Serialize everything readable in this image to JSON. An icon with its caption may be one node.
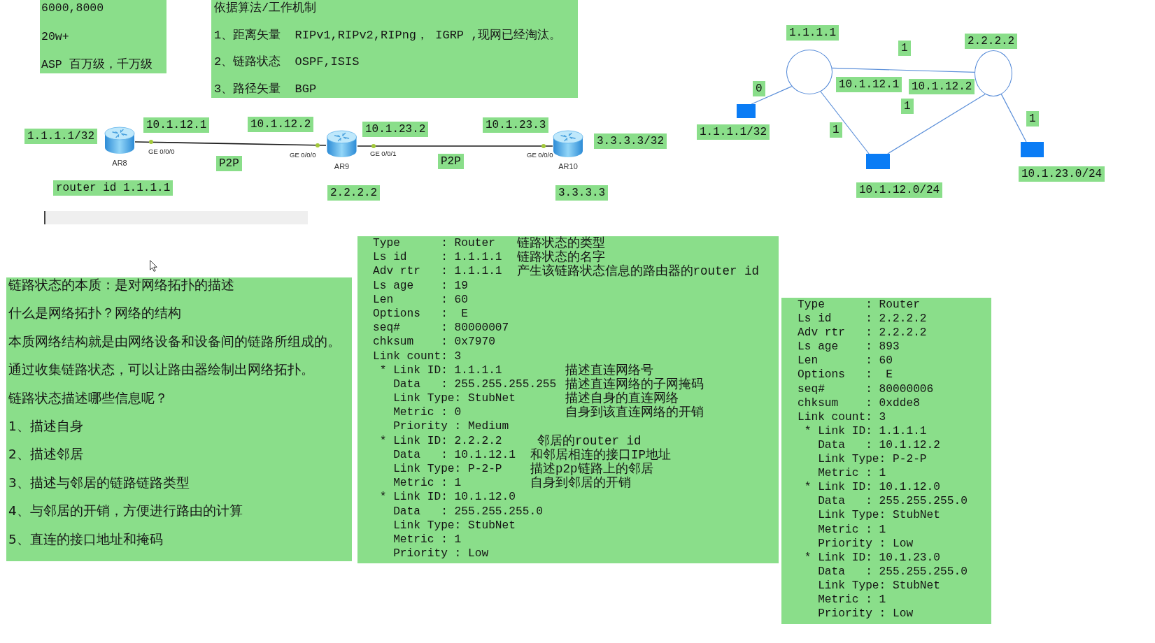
{
  "diagram": {
    "nodes": [
      {
        "text": [
          "6000,8000",
          "20w+",
          "ASP 百万级，千万级"
        ]
      },
      {
        "text": [
          "依据算法/工作机制",
          "1、距离矢量  RIPv1,RIPv2,RIPng， IGRP ,现网已经淘汰。",
          "2、链路状态  OSPF,ISIS",
          "3、路径矢量  BGP"
        ]
      },
      {
        "text": [
          "AR8"
        ],
        "beside": [
          "1.1.1.1/32",
          "GE 0/0/0",
          "router id 1.1.1.1"
        ]
      },
      {
        "text": [
          "AR9"
        ],
        "beside": [
          "GE 0/0/0",
          "GE 0/0/1",
          "2.2.2.2"
        ]
      },
      {
        "text": [
          "AR10"
        ],
        "beside": [
          "3.3.3.3/32",
          "GE 0/0/0",
          "3.3.3.3"
        ]
      },
      {
        "text": [],
        "shape": "circle",
        "beside": [
          "1.1.1.1",
          "10.1.12.1"
        ]
      },
      {
        "text": [],
        "shape": "circle",
        "beside": [
          "2.2.2.2",
          "10.1.12.2"
        ]
      },
      {
        "text": [],
        "shape": "box",
        "beside": [
          "1.1.1.1/32"
        ]
      },
      {
        "text": [],
        "shape": "box",
        "beside": [
          "10.1.12.0/24"
        ]
      },
      {
        "text": [],
        "shape": "box",
        "beside": [
          "10.1.23.0/24"
        ]
      },
      {
        "text": [
          "链路状态的本质：是对网络拓扑的描述",
          "什么是网络拓扑？网络的结构",
          "本质网络结构就是由网络设备和设备间的链路所组成的。",
          "通过收集链路状态，可以让路由器绘制出网络拓扑。",
          "链路状态描述哪些信息呢？",
          "1、描述自身",
          "2、描述邻居",
          "3、描述与邻居的链路链路类型",
          "4、与邻居的开销，方便进行路由的计算",
          "5、直连的接口地址和掩码"
        ]
      },
      {
        "text": [
          "Type      : Router",
          "链路状态的类型",
          "Ls id     : 1.1.1.1",
          "链路状态的名字",
          "Adv rtr   : 1.1.1.1",
          "产生该链路状态信息的路由器的router id",
          "Ls age    : 19",
          "Len       : 60",
          "Options   :  E",
          "seq#      : 80000007",
          "chksum    : 0x7970",
          "Link count: 3",
          "* Link ID: 1.1.1.1",
          "描述直连网络号",
          "Data   : 255.255.255.255",
          "描述直连网络的子网掩码",
          "Link Type: StubNet",
          "描述自身的直连网络",
          "Metric : 0",
          "自身到该直连网络的开销",
          "Priority : Medium",
          "* Link ID: 2.2.2.2",
          "邻居的router id",
          "Data   : 10.1.12.1",
          "和邻居相连的接口IP地址",
          "Link Type: P-2-P",
          "描述p2p链路上的邻居",
          "Metric : 1",
          "自身到邻居的开销",
          "* Link ID: 10.1.12.0",
          "Data   : 255.255.255.0",
          "Link Type: StubNet",
          "Metric : 1",
          "Priority : Low"
        ]
      },
      {
        "text": [
          "Type      : Router",
          "Ls id     : 2.2.2.2",
          "Adv rtr   : 2.2.2.2",
          "Ls age    : 893",
          "Len       : 60",
          "Options   :  E",
          "seq#      : 80000006",
          "chksum    : 0xdde8",
          "Link count: 3",
          "* Link ID: 1.1.1.1",
          "Data   : 10.1.12.2",
          "Link Type: P-2-P",
          "Metric : 1",
          "* Link ID: 10.1.12.0",
          "Data   : 255.255.255.0",
          "Link Type: StubNet",
          "Metric : 1",
          "Priority : Low",
          "* Link ID: 10.1.23.0",
          "Data   : 255.255.255.0",
          "Link Type: StubNet",
          "Metric : 1",
          "Priority : Low"
        ]
      }
    ],
    "edges": [
      {
        "from": 2,
        "to": 3,
        "arrow": "none",
        "label": "P2P",
        "color": "#1a1a1a"
      },
      {
        "from": 3,
        "to": 4,
        "arrow": "none",
        "label": "P2P",
        "color": "#1a1a1a"
      },
      {
        "from": 5,
        "to": 6,
        "arrow": "none",
        "label": "1"
      },
      {
        "from": 5,
        "to": 7,
        "arrow": "none",
        "label": "0"
      },
      {
        "from": 5,
        "to": 8,
        "arrow": "none",
        "label": "1"
      },
      {
        "from": 6,
        "to": 8,
        "arrow": "none",
        "label": "1"
      },
      {
        "from": 6,
        "to": 9,
        "arrow": "none",
        "label": "1"
      }
    ],
    "labels": [
      "10.1.12.1",
      "10.1.12.2",
      "10.1.23.2",
      "10.1.23.3"
    ]
  }
}
